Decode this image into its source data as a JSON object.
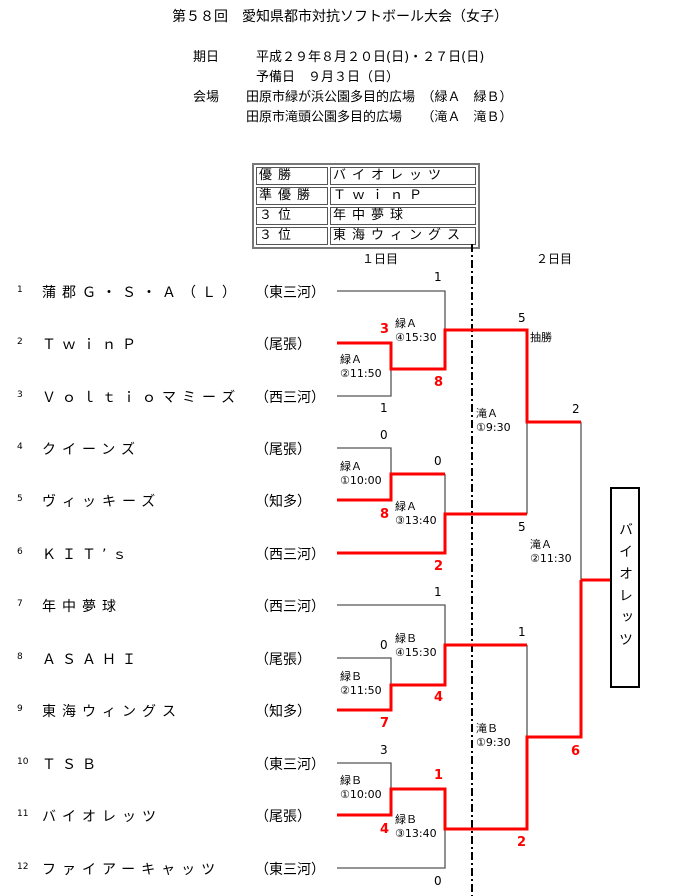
{
  "title": "第５８回　愛知県都市対抗ソフトボール大会（女子）",
  "info": {
    "date_label": "期日",
    "date": "平成２９年８月２０日(日)・２７日(日)",
    "reserve": "予備日　９月３日（日）",
    "venue_label": "会場",
    "venue1": "田原市緑が浜公園多目的広場　（緑Ａ　緑Ｂ）",
    "venue2": "田原市滝頭公園多目的広場　　（滝Ａ　滝Ｂ）"
  },
  "results": [
    {
      "rank": "優勝",
      "team": "バイオレッツ"
    },
    {
      "rank": "準優勝",
      "team": "ＴｗｉｎＰ"
    },
    {
      "rank": "３位",
      "team": "年中夢球"
    },
    {
      "rank": "３位",
      "team": "東海ウィングス"
    }
  ],
  "days": {
    "day1": "１日目",
    "day2": "２日目"
  },
  "teams": [
    {
      "no": "1",
      "name": "蒲郡Ｇ・Ｓ・Ａ（Ｌ）",
      "region": "（東三河）"
    },
    {
      "no": "2",
      "name": "ＴｗｉｎＰ",
      "region": "（尾張）"
    },
    {
      "no": "3",
      "name": "Ｖｏｌｔｉｏマミーズ",
      "region": "（西三河）"
    },
    {
      "no": "4",
      "name": "クイーンズ",
      "region": "（尾張）"
    },
    {
      "no": "5",
      "name": "ヴィッキーズ",
      "region": "（知多）"
    },
    {
      "no": "6",
      "name": "ＫＩＴ’ｓ",
      "region": "（西三河）"
    },
    {
      "no": "7",
      "name": "年中夢球",
      "region": "（西三河）"
    },
    {
      "no": "8",
      "name": "ＡＳＡＨＩ",
      "region": "（尾張）"
    },
    {
      "no": "9",
      "name": "東海ウィングス",
      "region": "（知多）"
    },
    {
      "no": "10",
      "name": "ＴＳＢ",
      "region": "（東三河）"
    },
    {
      "no": "11",
      "name": "バイオレッツ",
      "region": "（尾張）"
    },
    {
      "no": "12",
      "name": "ファイアーキャッツ",
      "region": "（東三河）"
    }
  ],
  "scores": [
    "1",
    "1",
    "0",
    "0",
    "5",
    "2",
    "5",
    "1",
    "0",
    "1",
    "3",
    "0"
  ],
  "win_scores": [
    "3",
    "8",
    "8",
    "2",
    "4",
    "7",
    "1",
    "4",
    "2",
    "6"
  ],
  "matches": [
    {
      "court": "緑Ａ",
      "time": "②11:50"
    },
    {
      "court": "緑Ａ",
      "time": "④15:30"
    },
    {
      "court": "緑Ａ",
      "time": "①10:00"
    },
    {
      "court": "緑Ａ",
      "time": "③13:40"
    },
    {
      "court": "滝Ａ",
      "time": "①9:30"
    },
    {
      "court": "滝Ａ",
      "time": "②11:30"
    },
    {
      "court": "緑Ｂ",
      "time": "④15:30"
    },
    {
      "court": "緑Ｂ",
      "time": "②11:50"
    },
    {
      "court": "緑Ｂ",
      "time": "①10:00"
    },
    {
      "court": "緑Ｂ",
      "time": "③13:40"
    },
    {
      "court": "滝Ｂ",
      "time": "①9:30"
    }
  ],
  "lottery": "抽勝",
  "champion": "バイオレッツ",
  "colors": {
    "win": "#ff0000",
    "line": "#555555"
  }
}
